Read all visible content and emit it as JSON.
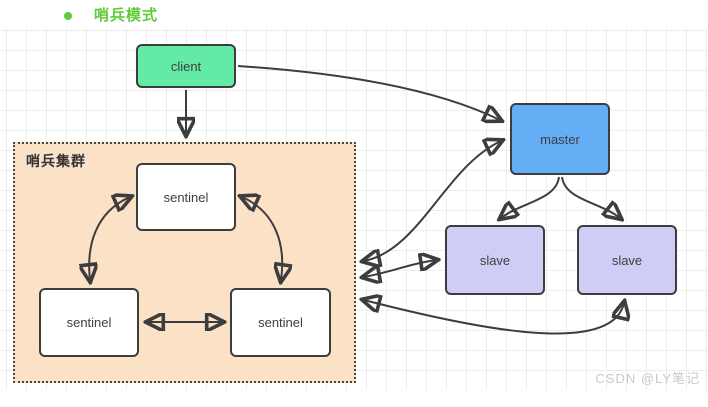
{
  "page": {
    "bullet": "•",
    "title": "哨兵模式",
    "watermark": "CSDN @LY笔记"
  },
  "diagram": {
    "cluster": {
      "label": "哨兵集群",
      "fill": "#fbe2c7"
    },
    "nodes": {
      "client": {
        "label": "client",
        "fill": "#63eba6"
      },
      "master": {
        "label": "master",
        "fill": "#64aef6"
      },
      "slave_left": {
        "label": "slave",
        "fill": "#cecdf5"
      },
      "slave_right": {
        "label": "slave",
        "fill": "#cecdf5"
      },
      "sentinel_top": {
        "label": "sentinel",
        "fill": "#ffffff"
      },
      "sentinel_left": {
        "label": "sentinel",
        "fill": "#ffffff"
      },
      "sentinel_right": {
        "label": "sentinel",
        "fill": "#ffffff"
      }
    },
    "edges": [
      {
        "from": "client",
        "to": "sentinel-cluster",
        "bidirectional": false
      },
      {
        "from": "client",
        "to": "master",
        "bidirectional": false
      },
      {
        "from": "sentinel-cluster",
        "to": "master",
        "bidirectional": true
      },
      {
        "from": "sentinel-cluster",
        "to": "slave-left",
        "bidirectional": true
      },
      {
        "from": "sentinel-cluster",
        "to": "slave-right",
        "bidirectional": true
      },
      {
        "from": "master",
        "to": "slave-left",
        "bidirectional": false
      },
      {
        "from": "master",
        "to": "slave-right",
        "bidirectional": false
      },
      {
        "from": "sentinel-top",
        "to": "sentinel-left",
        "bidirectional": true
      },
      {
        "from": "sentinel-top",
        "to": "sentinel-right",
        "bidirectional": true
      },
      {
        "from": "sentinel-left",
        "to": "sentinel-right",
        "bidirectional": true
      }
    ],
    "colors": {
      "title_green": "#61cb3a",
      "edge_stroke": "#3d3d3d",
      "grid_line": "#ededed",
      "watermark_gray": "#c9c9c9"
    }
  }
}
